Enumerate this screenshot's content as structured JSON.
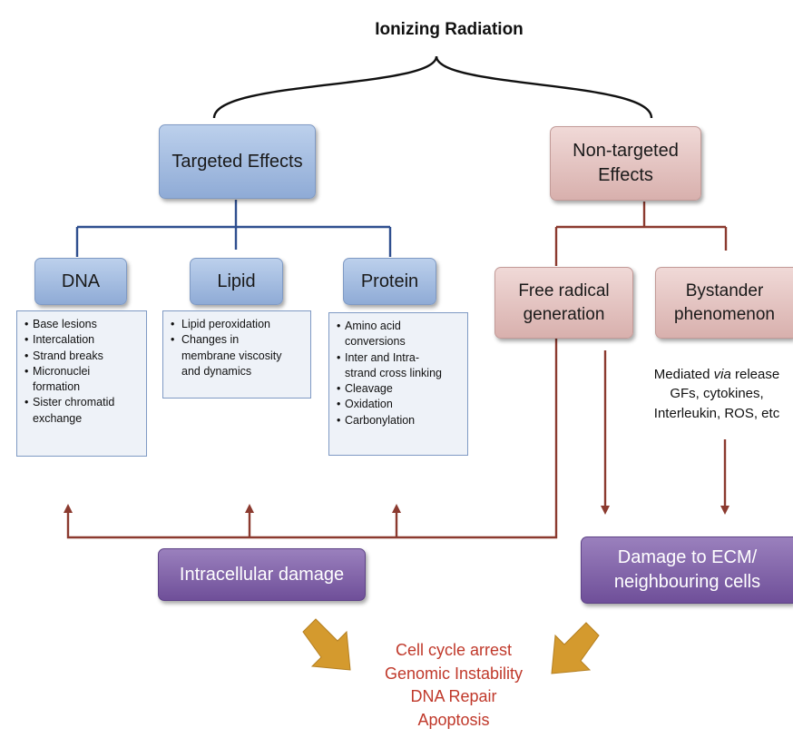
{
  "title": "Ionizing Radiation",
  "targeted": {
    "label": "Targeted Effects",
    "dna": {
      "label": "DNA",
      "items": [
        "Base lesions",
        "Intercalation",
        "Strand breaks",
        "Micronuclei",
        "formation",
        "Sister chromatid",
        "exchange"
      ]
    },
    "lipid": {
      "label": "Lipid",
      "items": [
        "Lipid peroxidation",
        "Changes in",
        "membrane viscosity",
        "and dynamics"
      ]
    },
    "protein": {
      "label": "Protein",
      "items": [
        "Amino acid",
        "conversions",
        "Inter and Intra-",
        "strand cross linking",
        "Cleavage",
        "Oxidation",
        "Carbonylation"
      ]
    }
  },
  "non_targeted": {
    "label_line1": "Non-targeted",
    "label_line2": "Effects",
    "free_radical": {
      "line1": "Free radical",
      "line2": "generation"
    },
    "bystander": {
      "line1": "Bystander",
      "line2": "phenomenon"
    },
    "mediated": {
      "prefix": "Mediated ",
      "via": "via",
      "suffix": " release",
      "line2": "GFs, cytokines,",
      "line3": "Interleukin, ROS, etc"
    }
  },
  "intracellular": "Intracellular damage",
  "ecm": {
    "line1": "Damage to ECM/",
    "line2": "neighbouring cells"
  },
  "outcomes": [
    "Cell cycle arrest",
    "Genomic Instability",
    "DNA Repair",
    "Apoptosis"
  ],
  "colors": {
    "targeted_line": "#2f4f8f",
    "nontargeted_line": "#8b3a2f",
    "bracket": "#111111",
    "outcome_text": "#c0392b",
    "gold_arrow": "#d49a2e"
  }
}
